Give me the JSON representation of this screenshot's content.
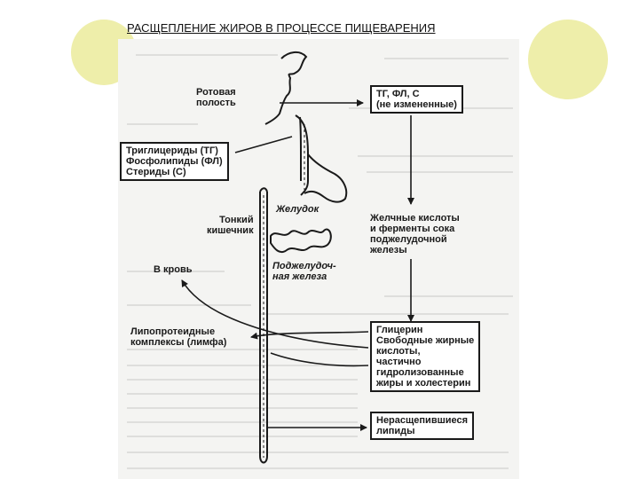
{
  "slide": {
    "title": "РАСЩЕПЛЕНИЕ ЖИРОВ В ПРОЦЕССЕ ПИЩЕВАРЕНИЯ",
    "accent_color": "#eeeeaa"
  },
  "diagram": {
    "mouth_label": [
      "Ротовая",
      "полость"
    ],
    "unchanged_box": [
      "ТГ, ФЛ, С",
      "(не измененные)"
    ],
    "lipids_box": [
      "Триглицериды (ТГ)",
      "Фосфолипиды (ФЛ)",
      "Стериды (С)"
    ],
    "stomach_label": "Желудок",
    "small_intestine_label": [
      "Тонкий",
      "кишечник"
    ],
    "bile_label": [
      "Желчные кислоты",
      "и ферменты сока",
      "поджелудочной",
      "железы"
    ],
    "blood_label": "В кровь",
    "pancreas_label": [
      "Поджелудоч-",
      "ная железа"
    ],
    "lipoprotein_label": [
      "Липопротеидные",
      "комплексы (лимфа)"
    ],
    "products_box": [
      "Глицерин",
      "Свободные жирные",
      "кислоты,",
      "частично",
      "гидролизованные",
      "жиры и холестерин"
    ],
    "undigested_box": [
      "Нерасщепившиеся",
      "липиды"
    ]
  }
}
